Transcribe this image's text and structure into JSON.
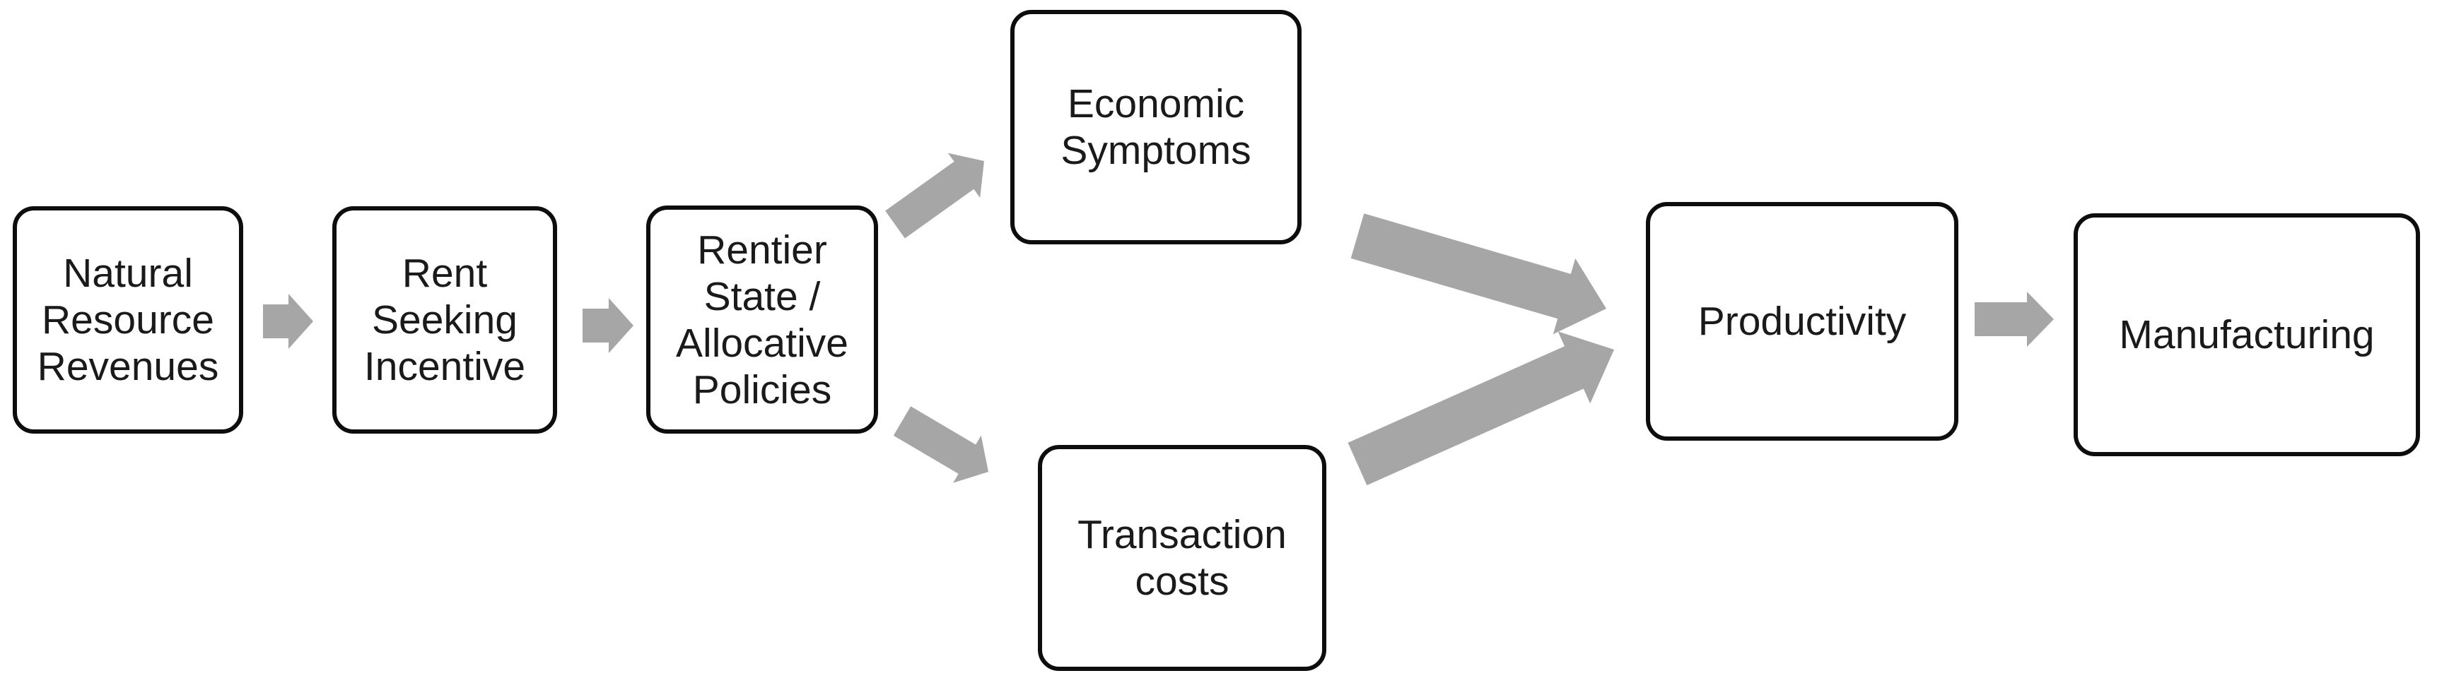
{
  "diagram": {
    "background": "#ffffff",
    "colors": {
      "box_fill": "#ffffff",
      "box_border": "#0d0d0d",
      "text": "#1a1a1a",
      "arrow": "#a6a6a6"
    },
    "nodes": [
      {
        "id": "natural-resource-revenues",
        "label": "Natural\nResource\nRevenues"
      },
      {
        "id": "rent-seeking-incentive",
        "label": "Rent\nSeeking\nIncentive"
      },
      {
        "id": "rentier-state-allocative-policies",
        "label": "Rentier\nState /\nAllocative\nPolicies"
      },
      {
        "id": "economic-symptoms",
        "label": "Economic\nSymptoms"
      },
      {
        "id": "transaction-costs",
        "label": "Transaction\ncosts"
      },
      {
        "id": "productivity",
        "label": "Productivity"
      },
      {
        "id": "manufacturing",
        "label": "Manufacturing"
      }
    ],
    "edges": [
      {
        "from": "natural-resource-revenues",
        "to": "rent-seeking-incentive"
      },
      {
        "from": "rent-seeking-incentive",
        "to": "rentier-state-allocative-policies"
      },
      {
        "from": "rentier-state-allocative-policies",
        "to": "economic-symptoms"
      },
      {
        "from": "rentier-state-allocative-policies",
        "to": "transaction-costs"
      },
      {
        "from": "economic-symptoms",
        "to": "productivity"
      },
      {
        "from": "transaction-costs",
        "to": "productivity"
      },
      {
        "from": "productivity",
        "to": "manufacturing"
      }
    ]
  }
}
